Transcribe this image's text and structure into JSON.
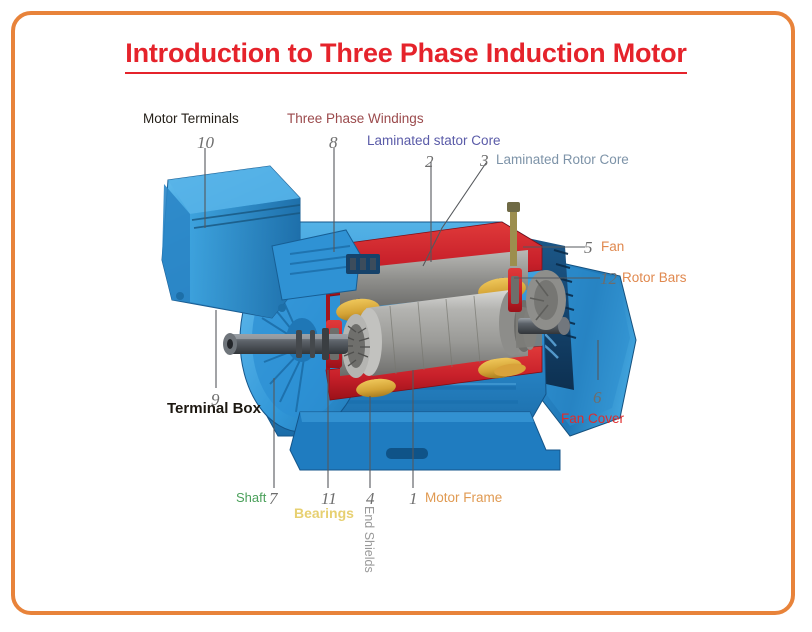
{
  "page": {
    "title": "Introduction to Three Phase Induction Motor",
    "border_color": "#e8833a",
    "title_color": "#e5232b",
    "background": "#ffffff"
  },
  "diagram": {
    "subject": "three-phase-induction-motor-cutaway",
    "callouts": [
      {
        "id": "motor-terminals",
        "number": "10",
        "label": "Motor Terminals",
        "color": "#241f18"
      },
      {
        "id": "three-phase-windings",
        "number": "8",
        "label": "Three Phase Windings",
        "color": "#9b4a4c"
      },
      {
        "id": "laminated-stator-core",
        "number": "2",
        "label": "Laminated stator Core",
        "color": "#5a5ba8"
      },
      {
        "id": "laminated-rotor-core",
        "number": "3",
        "label": "Laminated Rotor Core",
        "color": "#7d93a8"
      },
      {
        "id": "fan",
        "number": "5",
        "label": "Fan",
        "color": "#e0894f"
      },
      {
        "id": "rotor-bars",
        "number": "12",
        "label": "Rotor Bars",
        "color": "#e0894f"
      },
      {
        "id": "fan-cover",
        "number": "6",
        "label": "Fan Cover",
        "color": "#e02b2b"
      },
      {
        "id": "terminal-box",
        "number": "9",
        "label": "Terminal Box",
        "color": "#1d1811"
      },
      {
        "id": "shaft",
        "number": "7",
        "label": "Shaft",
        "color": "#4aa05a"
      },
      {
        "id": "bearings",
        "number": "11",
        "label": "Bearings",
        "color": "#e7d071"
      },
      {
        "id": "end-shields",
        "number": "4",
        "label": "End Shields",
        "color": "#999999"
      },
      {
        "id": "motor-frame",
        "number": "1",
        "label": "Motor Frame",
        "color": "#e09a52"
      }
    ],
    "palette": {
      "housing_blue": "#2a8fd4",
      "housing_blue_dark": "#1c6fae",
      "housing_blue_deep": "#11456f",
      "cut_red": "#c8202a",
      "rotor_gray": "#9b9b99",
      "stator_gray": "#8f8f8d",
      "winding_gold": "#d4a335",
      "shaft_steel": "#55585c",
      "fin_navy": "#153f63"
    }
  }
}
